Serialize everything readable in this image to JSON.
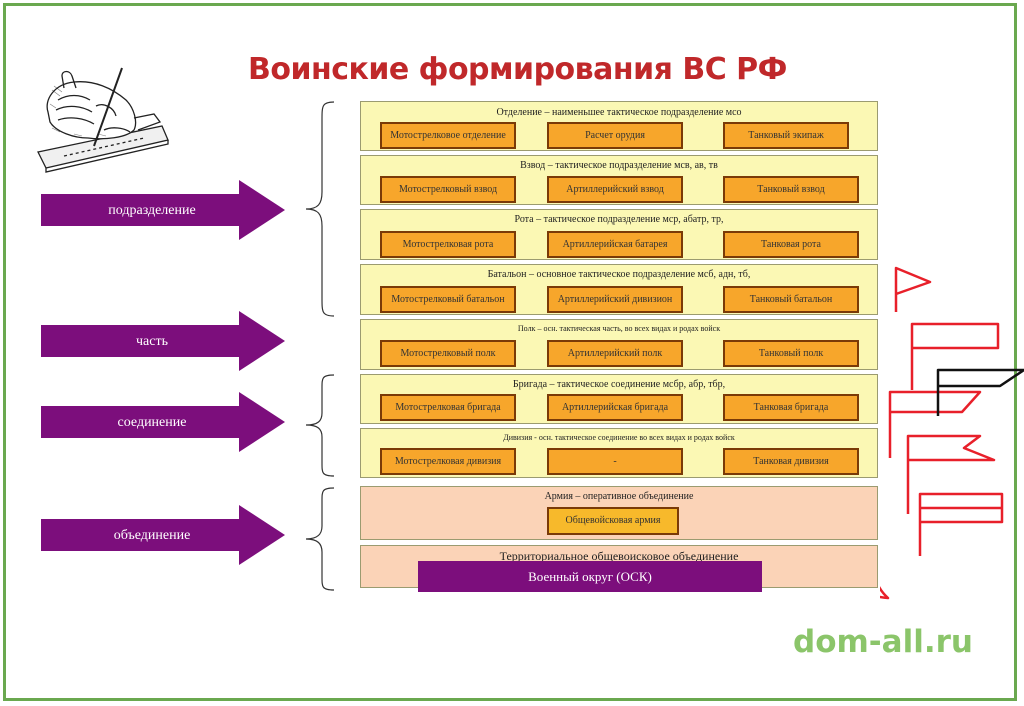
{
  "title": "Воинские формирования ВС РФ",
  "watermark": "dom-all.ru",
  "categories": [
    "подразделение",
    "часть",
    "соединение",
    "объединение"
  ],
  "levels": [
    {
      "title": "Отделение – наименьшее тактическое подразделение мсо",
      "units": [
        "Мотострелковое отделение",
        "Расчет орудия",
        "Танковый экипаж"
      ]
    },
    {
      "title": "Взвод – тактическое подразделение мсв, ав, тв",
      "units": [
        "Мотострелковый взвод",
        "Артиллерийский взвод",
        "Танковый взвод"
      ]
    },
    {
      "title": "Рота – тактическое подразделение мср, абатр, тр,",
      "units": [
        "Мотострелковая рота",
        "Артиллерийская батарея",
        "Танковая рота"
      ]
    },
    {
      "title": "Батальон – основное тактическое подразделение мсб, адн, тб,",
      "units": [
        "Мотострелковый батальон",
        "Артиллерийский дивизион",
        "Танковый батальон"
      ]
    },
    {
      "title": "Полк – осн. тактическая часть, во всех видах и родах войск",
      "units": [
        "Мотострелковый полк",
        "Артиллерийский полк",
        "Танковый полк"
      ]
    },
    {
      "title": "Бригада – тактическое соединение мсбр, абр, тбр,",
      "units": [
        "Мотострелковая бригада",
        "Артиллерийская бригада",
        "Танковая бригада"
      ]
    },
    {
      "title": "Дивизия - осн. тактическое соединение во всех видах и родах войск",
      "units": [
        "Мотострелковая дивизия",
        "-",
        "Танковая дивизия"
      ]
    }
  ],
  "army": {
    "title": "Армия – оперативное объединение",
    "unit": "Общевойсковая армия"
  },
  "territorial": {
    "title": "Территориальное общевоисковое объединение",
    "unit": "Военный округ (ОСК)"
  },
  "colors": {
    "title": "#c0282a",
    "arrow": "#7c0e7c",
    "band": "#fbf8b4",
    "band_peach": "#fbd3b7",
    "box": "#f7a62b",
    "flag": "#e8202a",
    "watermark": "#8bc56a"
  }
}
